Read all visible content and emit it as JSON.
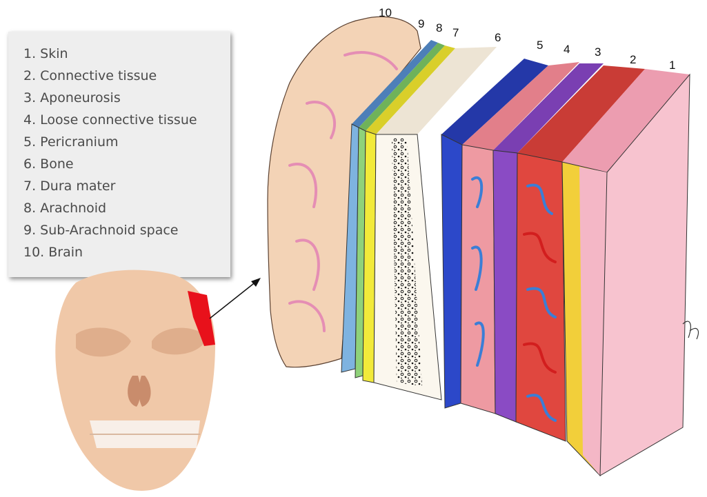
{
  "legend": {
    "items": [
      "1. Skin",
      "2. Connective tissue",
      "3. Aponeurosis",
      "4. Loose connective tissue",
      "5. Pericranium",
      "6. Bone",
      "7. Dura mater",
      "8. Arachnoid",
      "9. Sub-Arachnoid space",
      "10. Brain"
    ]
  },
  "layers": {
    "labels": [
      "10",
      "9",
      "8",
      "7",
      "6",
      "5",
      "4",
      "3",
      "2",
      "1"
    ],
    "colors": {
      "brain": "#f3d3b6",
      "subarachnoid": "#7eb3e0",
      "arachnoid": "#8fd27a",
      "dura": "#f2ea3a",
      "bone": "#fbf7ee",
      "pericranium": "#2c48c9",
      "loose_connective": "#ee9aa2",
      "aponeurosis": "#8a4bc4",
      "connective": "#e0473f",
      "skin": "#f4b7c6",
      "vessel_blue": "#3b7ed6",
      "vessel_red": "#d21e1e",
      "highlight": "#e8111b"
    }
  },
  "skull": {
    "icon": "skull-icon"
  }
}
